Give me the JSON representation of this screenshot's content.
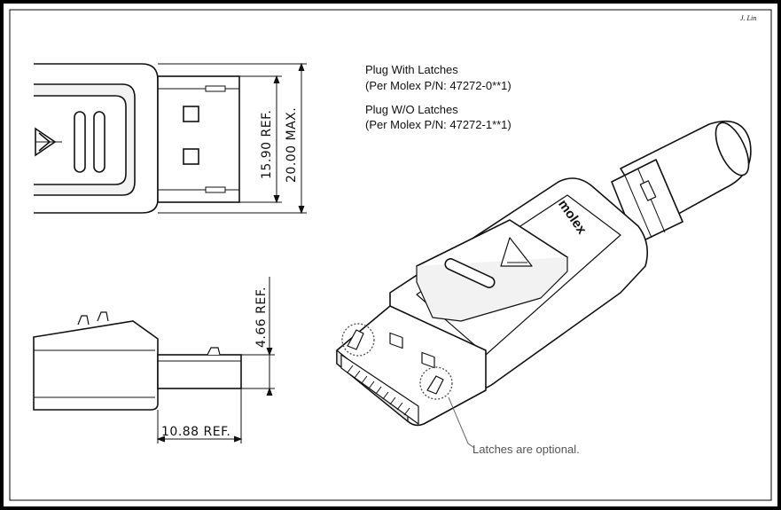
{
  "corner_note": "J. Lin",
  "notes": {
    "plug_with_latches": "Plug With Latches",
    "plug_with_latches_pn": "(Per Molex P/N: 47272-0**1)",
    "plug_without_latches": "Plug W/O Latches",
    "plug_without_latches_pn": "(Per Molex P/N: 47272-1**1)",
    "latches_optional": "Latches are optional."
  },
  "dimensions": {
    "width_ref": "15.90 REF.",
    "width_max": "20.00 MAX.",
    "height_ref": "4.66 REF.",
    "length_ref": "10.88 REF."
  },
  "brand": "molex",
  "colors": {
    "line": "#111111",
    "fill": "#ffffff",
    "shade": "#e6e6e6"
  }
}
